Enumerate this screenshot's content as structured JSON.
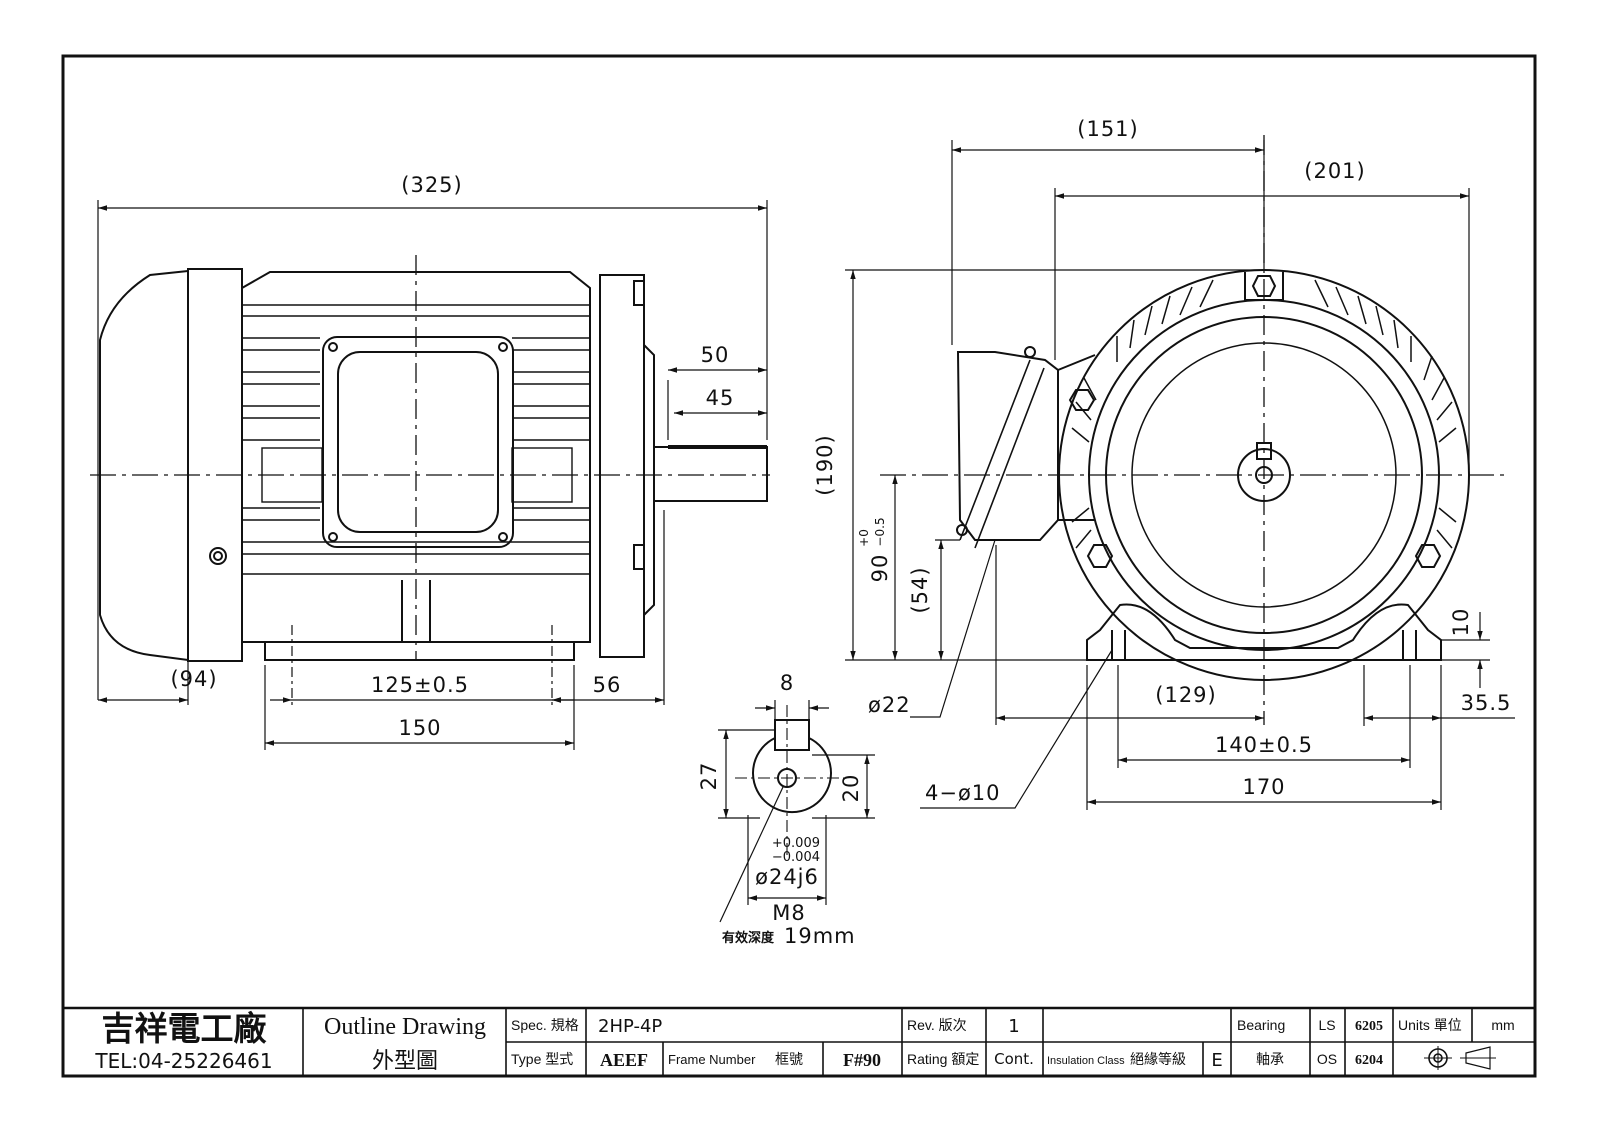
{
  "side_view": {
    "overall_length": "(325)",
    "fan_cover_length": "(94)",
    "shaft_extension": "50",
    "shaft_key_length": "45",
    "foot_hole_spacing": "125±0.5",
    "shaft_to_foot": "56",
    "foot_length": "150"
  },
  "end_view": {
    "width_to_terminal": "(151)",
    "overall_width": "(201)",
    "overall_height": "(190)",
    "shaft_height": "90",
    "shaft_height_tol_upper": "+0",
    "shaft_height_tol_lower": "−0.5",
    "terminal_height": "(54)",
    "cable_entry": "ø22",
    "terminal_offset": "(129)",
    "mount_hole_spacing": "140±0.5",
    "base_width": "170",
    "mount_holes": "4−ø10",
    "foot_thickness": "10",
    "foot_width": "35.5"
  },
  "shaft_detail": {
    "key_width": "8",
    "key_height": "27",
    "shaft_flat": "20",
    "tol_upper": "+0.009",
    "tol_lower": "−0.004",
    "diameter": "ø24j6",
    "thread": "M8",
    "thread_depth_label": "有效深度",
    "thread_depth": "19mm"
  },
  "title_block": {
    "company": "吉祥電工廠",
    "phone": "TEL:04-25226461",
    "drawing_title_en": "Outline Drawing",
    "drawing_title_zh": "外型圖",
    "spec_label": "Spec. 規格",
    "spec_value": "2HP-4P",
    "rev_label": "Rev. 版次",
    "rev_value": "1",
    "bearing_label": "Bearing",
    "bearing_zh": "軸承",
    "ls_label": "LS",
    "ls_value": "6205",
    "os_label": "OS",
    "os_value": "6204",
    "units_label": "Units 單位",
    "units_value": "mm",
    "type_label": "Type 型式",
    "type_value": "AEEF",
    "frame_label": "Frame Number",
    "frame_zh": "框號",
    "frame_value": "F#90",
    "rating_label": "Rating 額定",
    "rating_value": "Cont.",
    "insulation_label": "Insulation Class",
    "insulation_zh": "絕緣等級",
    "insulation_value": "E"
  }
}
